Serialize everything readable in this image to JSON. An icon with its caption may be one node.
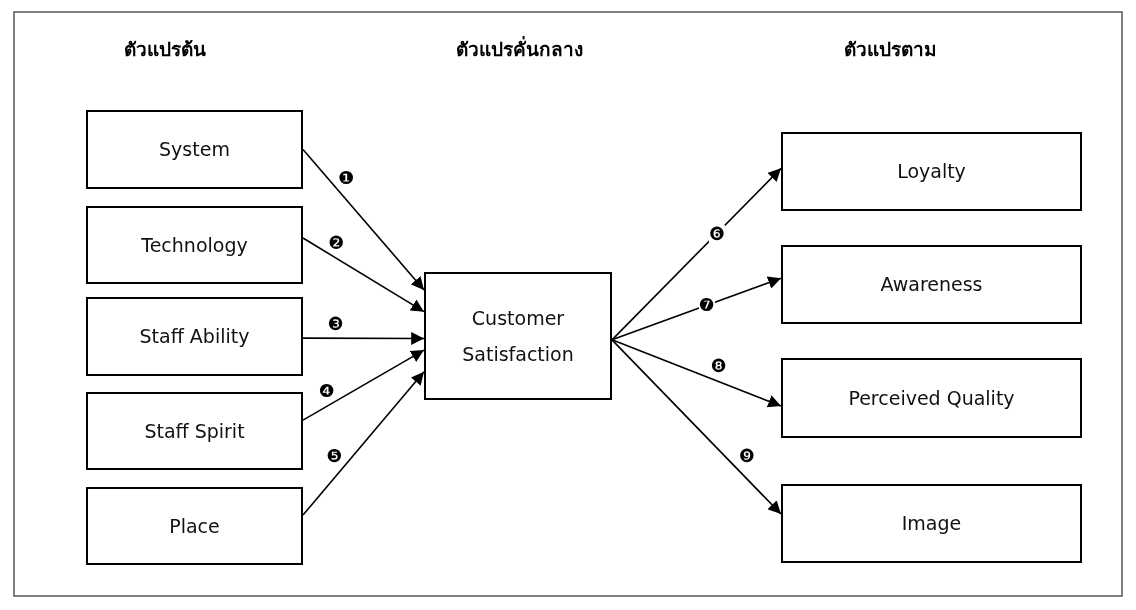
{
  "diagram": {
    "nodes": [
      {
        "text": [
          "System"
        ]
      },
      {
        "text": [
          "Technology"
        ]
      },
      {
        "text": [
          "Staff Ability"
        ]
      },
      {
        "text": [
          "Staff Spirit"
        ]
      },
      {
        "text": [
          "Place"
        ]
      },
      {
        "text": [
          "Customer Satisfaction"
        ]
      },
      {
        "text": [
          "Loyalty"
        ]
      },
      {
        "text": [
          "Awareness"
        ]
      },
      {
        "text": [
          "Perceived Quality"
        ]
      },
      {
        "text": [
          "Image"
        ]
      }
    ],
    "edges": [
      {
        "from": 0,
        "to": 5,
        "arrow": "to",
        "label": "❶"
      },
      {
        "from": 1,
        "to": 5,
        "arrow": "to",
        "label": "❷"
      },
      {
        "from": 2,
        "to": 5,
        "arrow": "to",
        "label": "❸"
      },
      {
        "from": 3,
        "to": 5,
        "arrow": "to",
        "label": "❹"
      },
      {
        "from": 4,
        "to": 5,
        "arrow": "to",
        "label": "❺"
      },
      {
        "from": 5,
        "to": 6,
        "arrow": "to",
        "label": "❻"
      },
      {
        "from": 5,
        "to": 7,
        "arrow": "to",
        "label": "❼"
      },
      {
        "from": 5,
        "to": 8,
        "arrow": "to",
        "label": "❽"
      },
      {
        "from": 5,
        "to": 9,
        "arrow": "to",
        "label": "❾"
      }
    ],
    "labels": [
      "ตัวแปรต้น",
      "ตัวแปรคั่นกลาง",
      "ตัวแปรตาม"
    ]
  }
}
